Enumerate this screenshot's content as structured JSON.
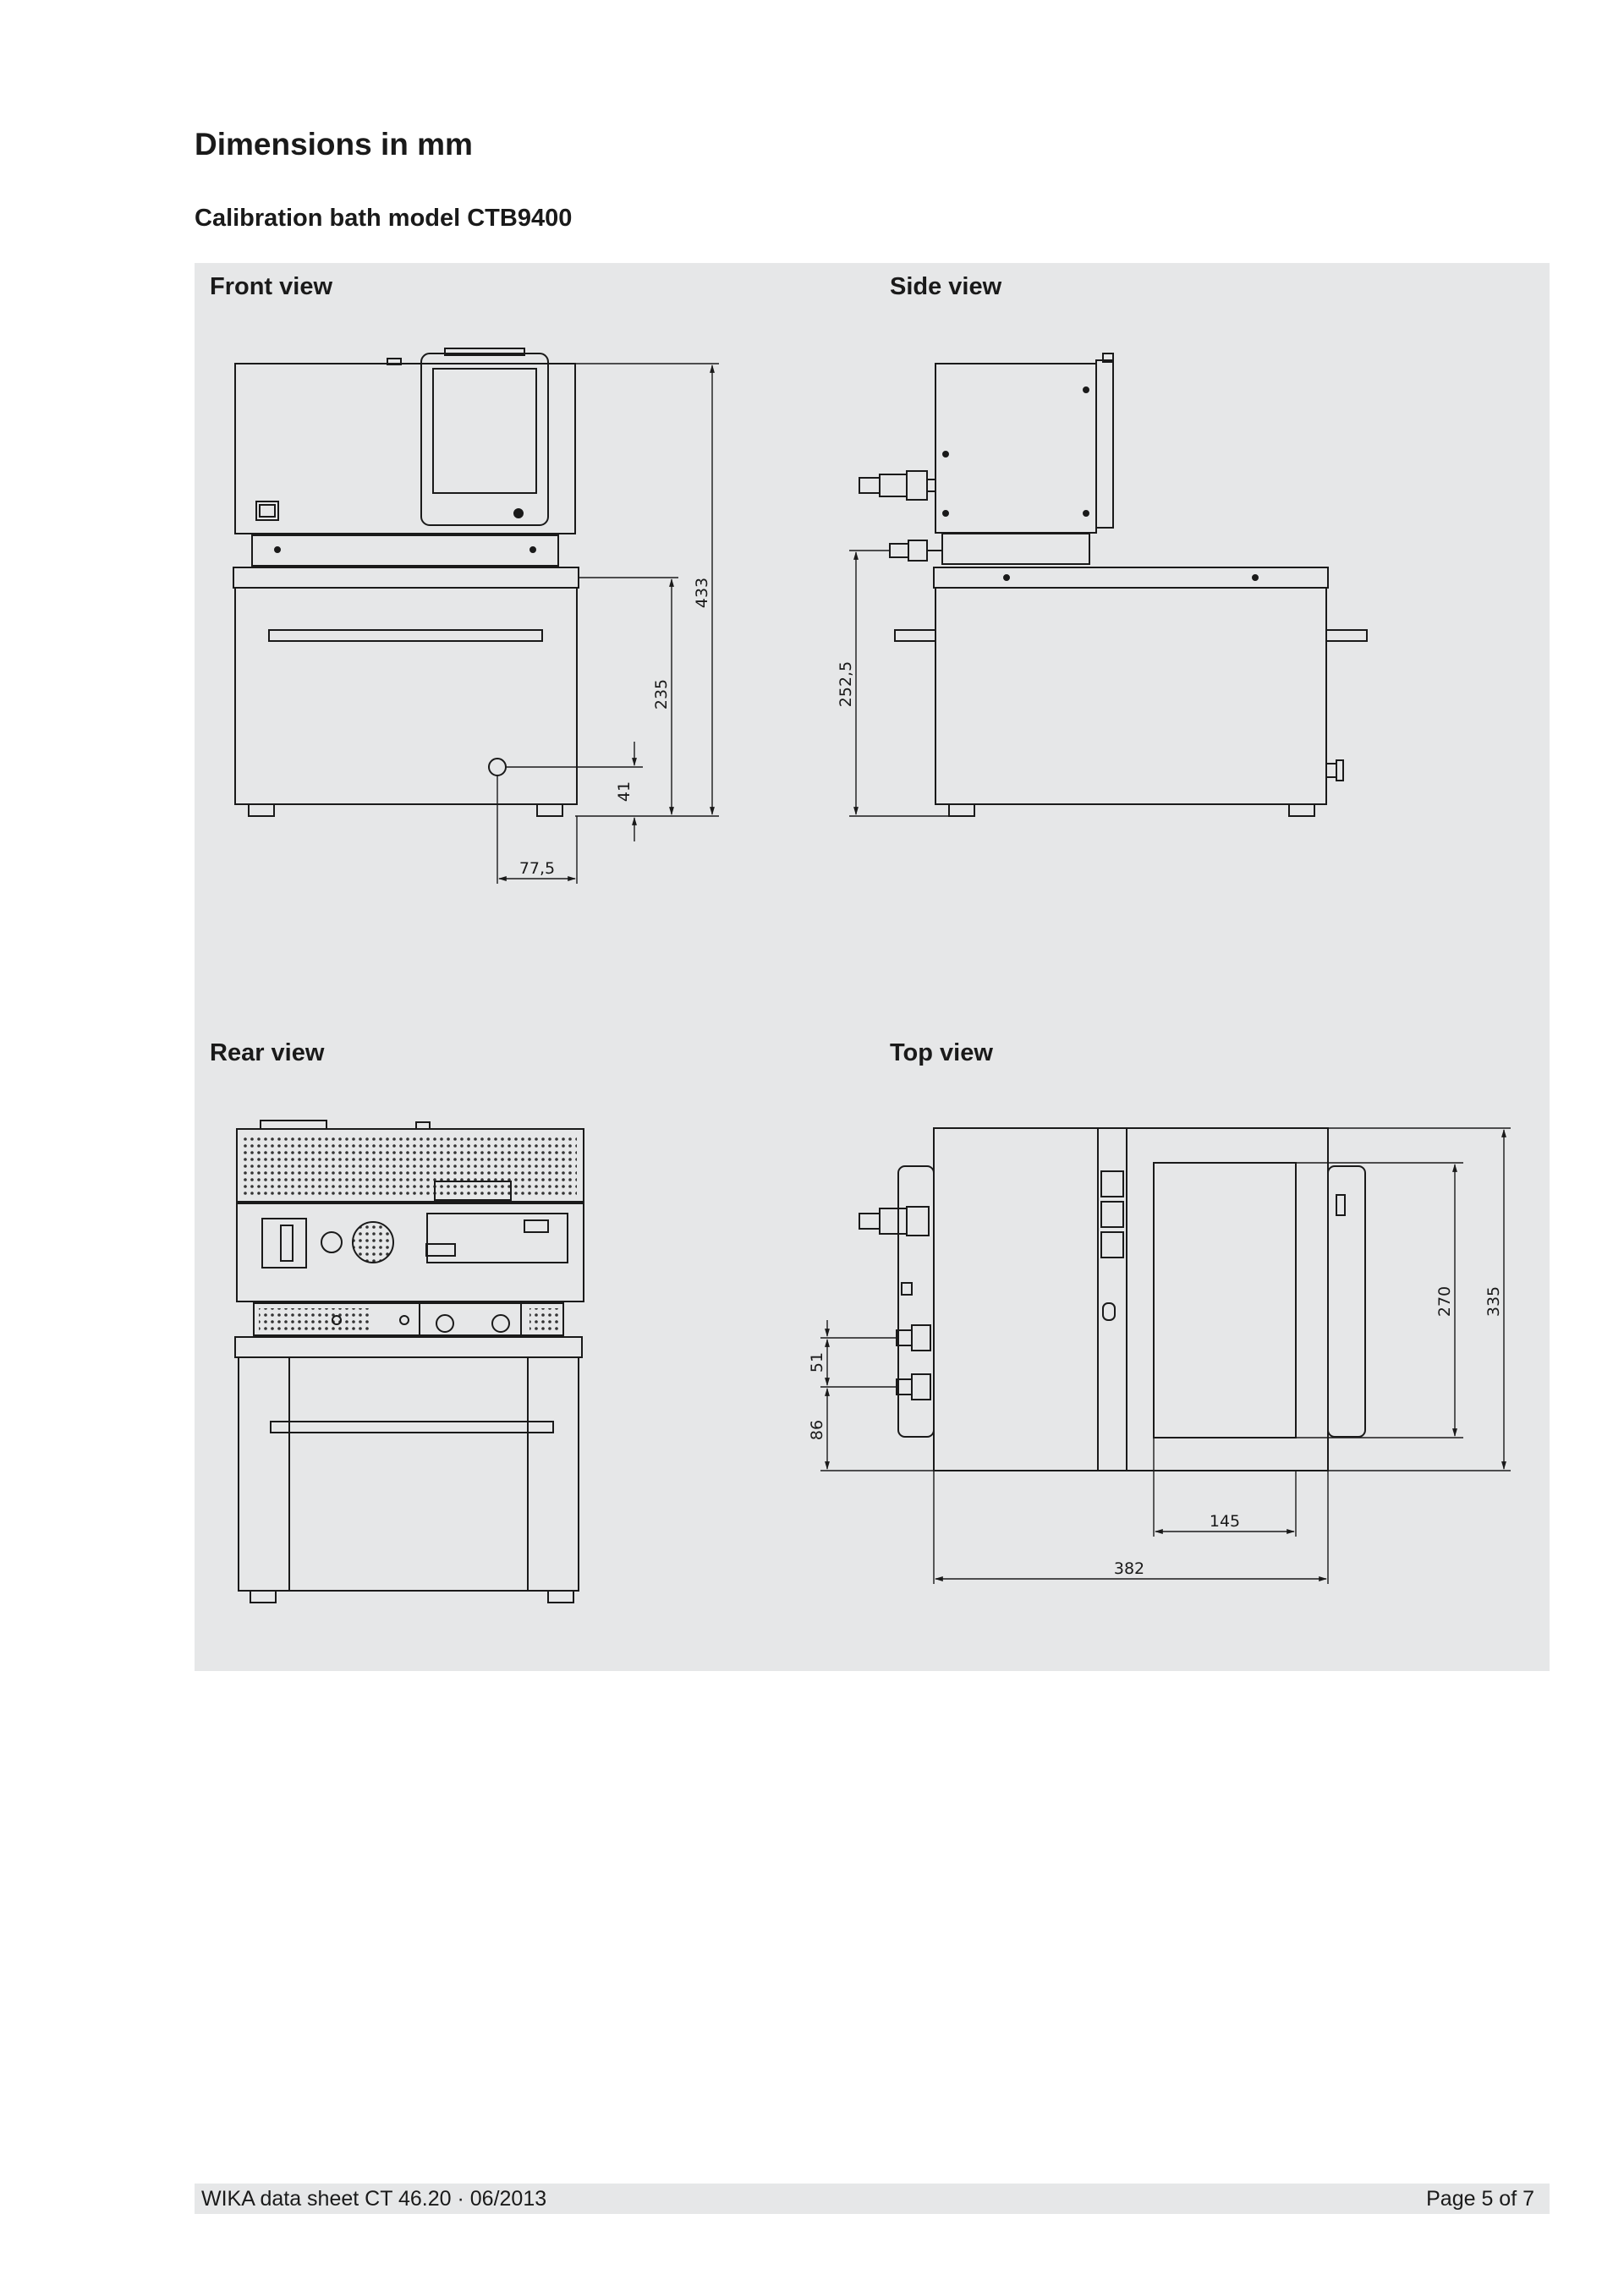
{
  "heading": "Dimensions in mm",
  "subheading": "Calibration bath model CTB9400",
  "views": {
    "front": "Front view",
    "side": "Side view",
    "rear": "Rear view",
    "top": "Top view"
  },
  "dimensions": {
    "front_total_height": "433",
    "front_bath_height": "235",
    "front_drain_height": "41",
    "front_drain_offset": "77,5",
    "side_port_height": "252,5",
    "top_port_spacing": "51",
    "top_port_offset": "86",
    "top_opening_depth": "270",
    "top_total_depth": "335",
    "top_opening_width": "145",
    "top_total_width": "382"
  },
  "footer": {
    "left": "WIKA data sheet CT 46.20 · 06/2013",
    "right": "Page 5 of 7"
  }
}
